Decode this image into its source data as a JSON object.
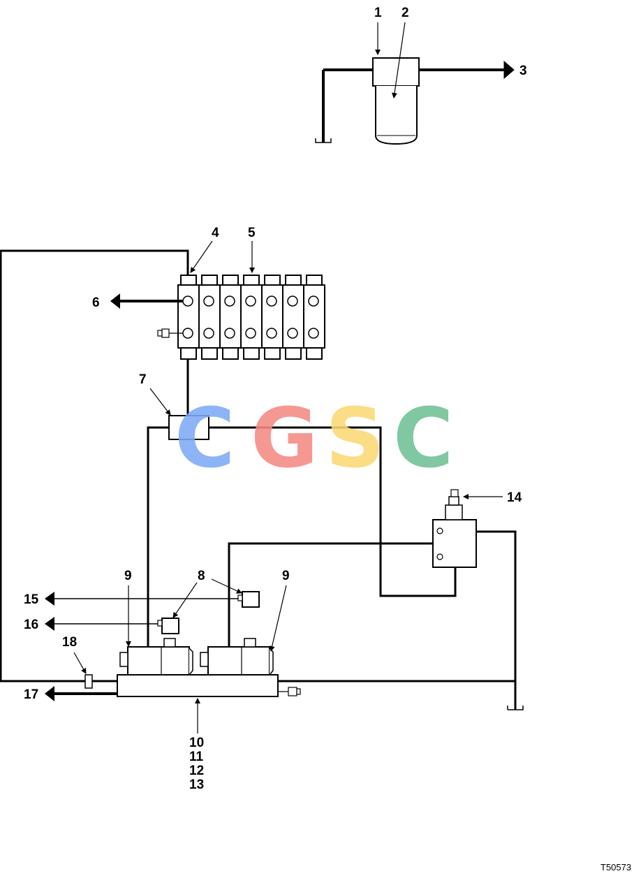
{
  "callouts": [
    "1",
    "2",
    "3",
    "4",
    "5",
    "6",
    "7",
    "8",
    "9",
    "9",
    "10",
    "11",
    "12",
    "13",
    "14",
    "15",
    "16",
    "17",
    "18"
  ],
  "reference_code": "T50573",
  "watermark": {
    "letters": [
      "C",
      "G",
      "S",
      "C"
    ],
    "colors": [
      "#7eaaf7",
      "#f48a84",
      "#fbd975",
      "#6fc196"
    ]
  }
}
